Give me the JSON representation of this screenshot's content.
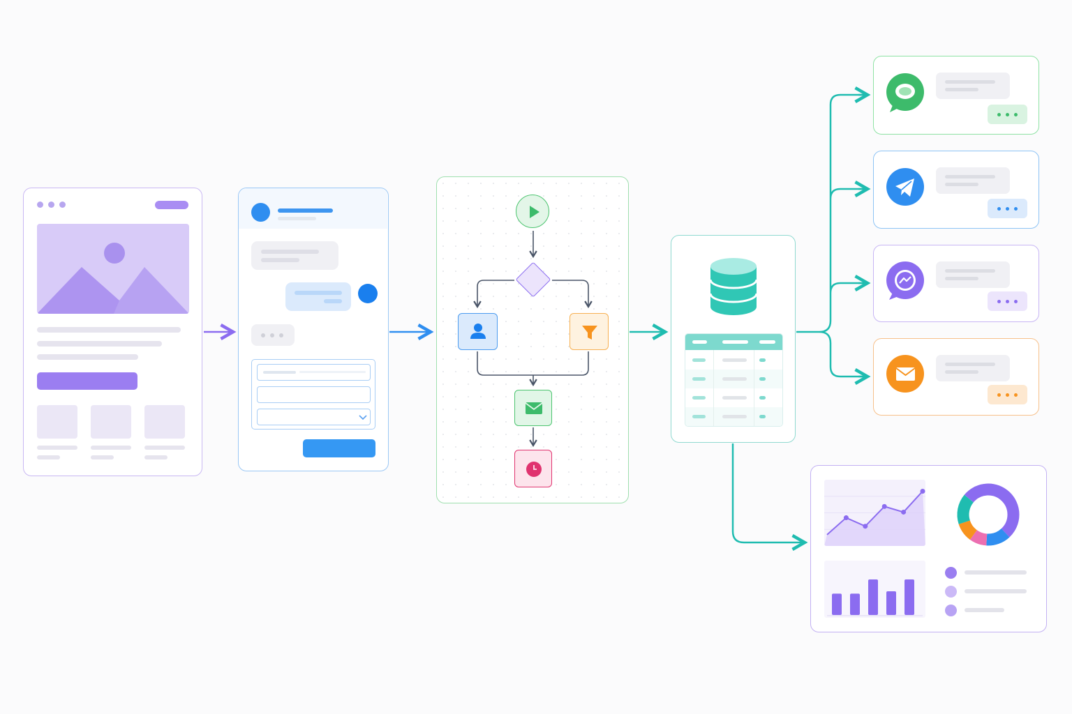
{
  "colors": {
    "purple": "#8b6cf0",
    "blue": "#2f8ef0",
    "green": "#3dbb6b",
    "teal": "#1fbcb0",
    "orange": "#f7931e",
    "pink": "#e0336f",
    "slate": "#4a5568"
  },
  "landing_page": {
    "icons": [
      "image-placeholder-icon"
    ]
  },
  "chat_form": {
    "icons": [
      "avatar-icon",
      "chevron-down-icon"
    ]
  },
  "workflow": {
    "icons": [
      "play-icon",
      "decision-diamond-icon",
      "user-icon",
      "filter-icon",
      "mail-icon",
      "clock-icon"
    ]
  },
  "database": {
    "icons": [
      "database-icon"
    ]
  },
  "channels": [
    {
      "id": "whatsapp",
      "icon": "chat-bubble-icon",
      "color": "#3dbb6b"
    },
    {
      "id": "telegram",
      "icon": "paper-plane-icon",
      "color": "#2f8ef0"
    },
    {
      "id": "messenger",
      "icon": "messenger-icon",
      "color": "#8b6cf0"
    },
    {
      "id": "email",
      "icon": "envelope-icon",
      "color": "#f7931e"
    }
  ],
  "analytics": {
    "icons": [
      "line-chart-icon",
      "donut-chart-icon",
      "bar-chart-icon"
    ],
    "bar_levels": [
      0.45,
      0.45,
      0.75,
      0.5,
      0.75
    ],
    "line_points": [
      0.15,
      0.45,
      0.3,
      0.65,
      0.55,
      0.92
    ],
    "donut_colors": [
      "#8b6cf0",
      "#2f8ef0",
      "#ec6fb1",
      "#f7931e",
      "#1fbcb0"
    ]
  }
}
